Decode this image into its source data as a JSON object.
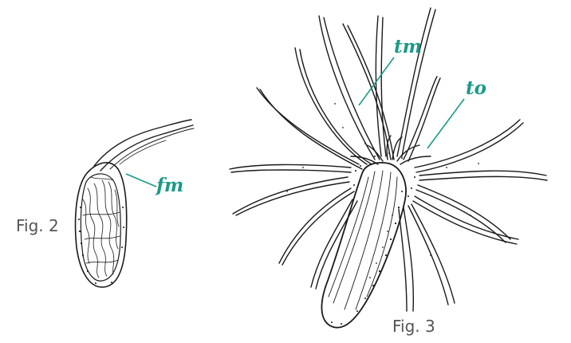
{
  "labels": {
    "fm": "fm",
    "tm": "tm",
    "to": "to"
  },
  "captions": {
    "fig2": "Fig. 2",
    "fig3": "Fig. 3"
  },
  "colors": {
    "label": "#1a9a86",
    "ink": "#1a1a1a",
    "caption": "#555555",
    "background": "#ffffff"
  }
}
